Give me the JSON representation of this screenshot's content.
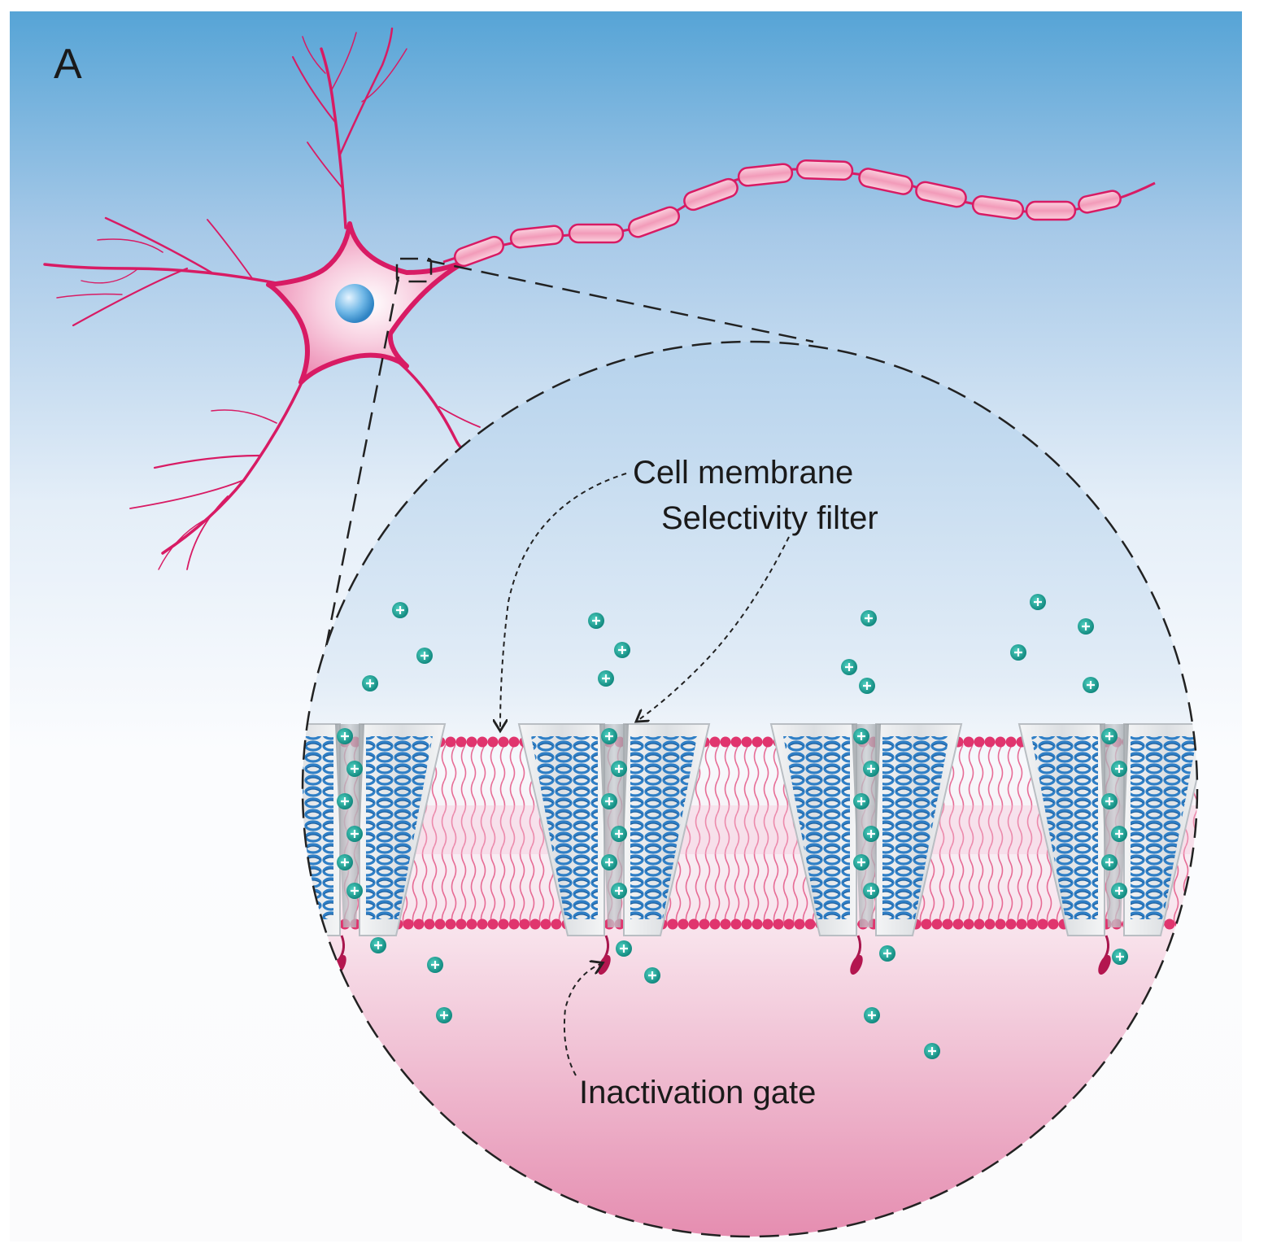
{
  "panel": {
    "letter": "A"
  },
  "labels": {
    "cell_membrane": "Cell membrane",
    "selectivity_filter": "Selectivity filter",
    "inactivation_gate": "Inactivation gate"
  },
  "colors": {
    "sky_top": "#5aa7d8",
    "sky_bottom": "#fbfcfe",
    "neuron": "#d81b64",
    "myelin": "#f6a6bf",
    "nucleus": "#56a7dd",
    "ion": "#1aa69a",
    "helix": "#2f7fc6",
    "channel_shell": "#e6e8ea",
    "lipid": "#e0356e",
    "cytoplasm": "#e889ad"
  },
  "icons": {
    "ion": "plus-ion-icon",
    "gate": "inactivation-gate-icon"
  }
}
